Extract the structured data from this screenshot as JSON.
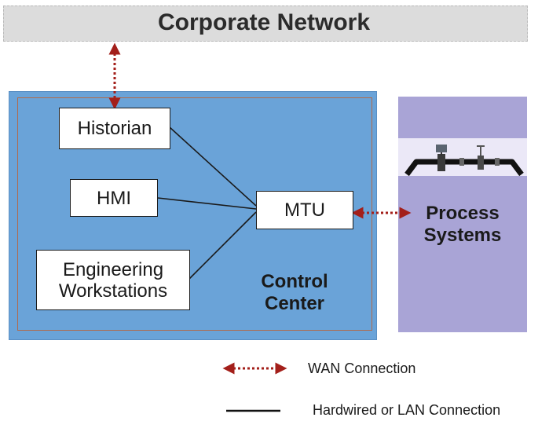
{
  "corporate_network": {
    "label": "Corporate Network"
  },
  "control_center": {
    "label_line1": "Control",
    "label_line2": "Center"
  },
  "process_systems": {
    "label_line1": "Process",
    "label_line2": "Systems"
  },
  "nodes": {
    "historian": "Historian",
    "hmi": "HMI",
    "engineering_line1": "Engineering",
    "engineering_line2": "Workstations",
    "mtu": "MTU"
  },
  "legend": {
    "wan": "WAN Connection",
    "lan": "Hardwired or LAN Connection"
  },
  "colors": {
    "control_center": "#6aa3d8",
    "process_systems": "#a9a4d6",
    "wan_arrow": "#a31f1a",
    "corporate_network": "#dcdcdc"
  }
}
